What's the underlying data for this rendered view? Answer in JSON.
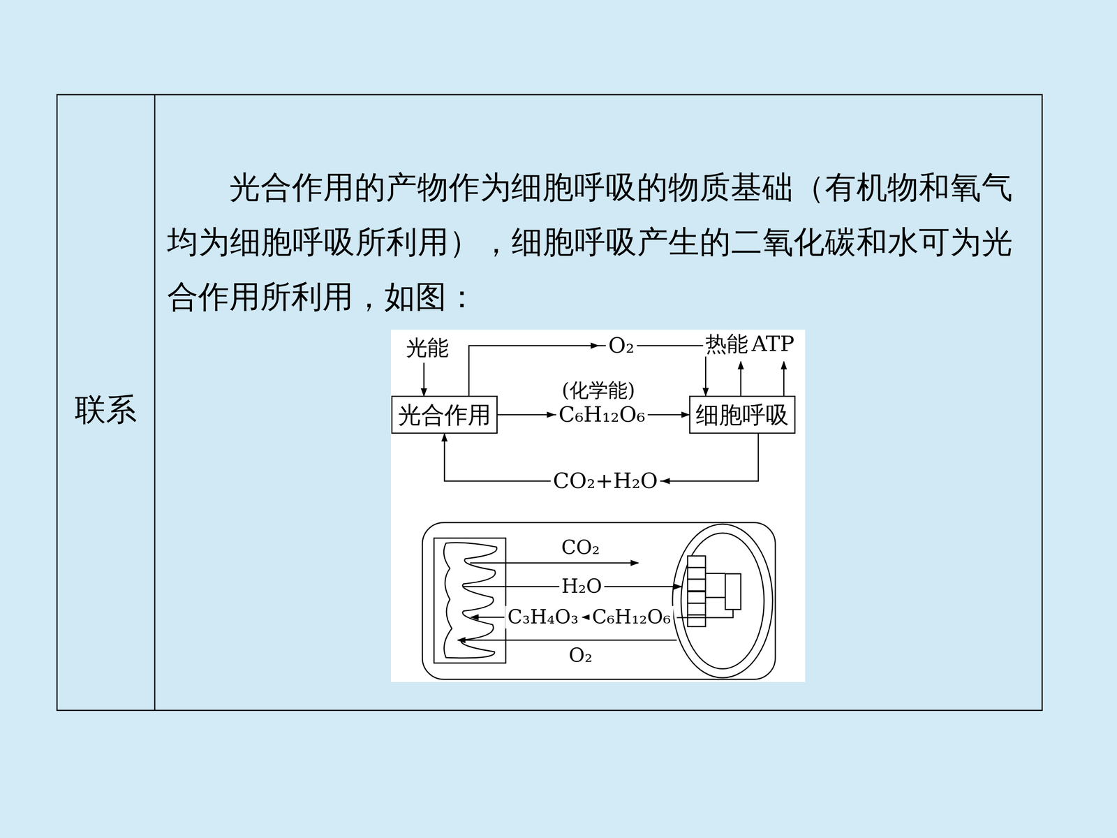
{
  "diagram": {
    "nodes": [
      {
        "text": [
          "光合作用"
        ]
      },
      {
        "text": [
          "细胞呼吸"
        ]
      }
    ],
    "edges": [
      {
        "from": 0,
        "to": 1,
        "label": "O₂",
        "arrow": "to"
      },
      {
        "from": 0,
        "to": 1,
        "label": "C₆H₁₂O₆",
        "arrow": "to"
      },
      {
        "from": 1,
        "to": 0,
        "label": "CO₂+H₂O",
        "arrow": "to"
      }
    ],
    "labels": [
      "联系",
      "光合作用的产物作为细胞呼吸的物质基础（有机物和氧气均为细胞呼吸所利用），细胞呼吸产生的二氧化碳和水可为光合作用所利用，如图：",
      "光能",
      "热能",
      "ATP",
      "(化学能)",
      "CO₂",
      "H₂O",
      "C₃H₄O₃",
      "C₆H₁₂O₆",
      "O₂"
    ]
  }
}
